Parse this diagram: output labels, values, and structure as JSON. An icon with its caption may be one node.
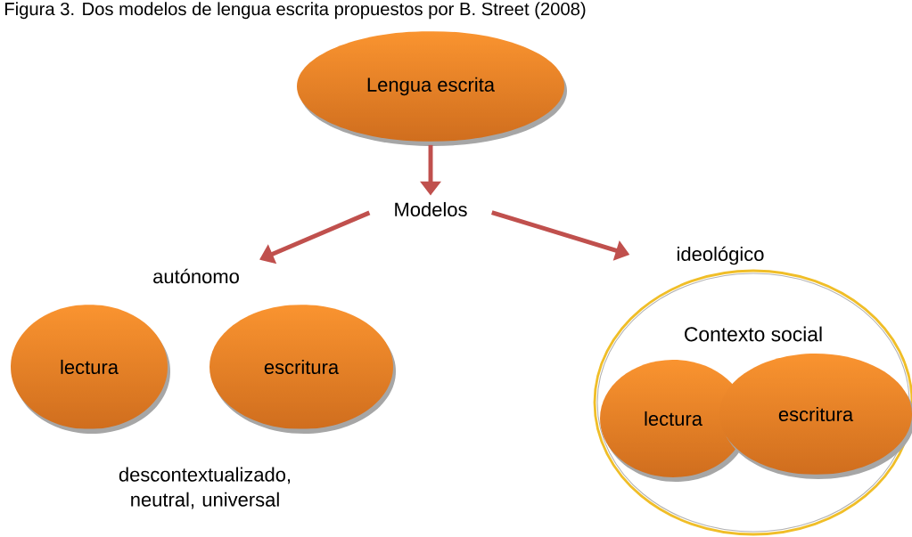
{
  "diagram": {
    "title": "Figura 3. Dos modelos de lengua escrita propuestos por B. Street (2008)",
    "nodes": [
      {
        "text": [
          "Lengua escrita"
        ]
      },
      {
        "text": [
          "Modelos"
        ]
      },
      {
        "text": [
          "autónomo"
        ]
      },
      {
        "text": [
          "ideológico",
          "Contexto social"
        ]
      },
      {
        "text": [
          "lectura"
        ]
      },
      {
        "text": [
          "escritura"
        ]
      },
      {
        "text": [
          "lectura"
        ],
        "in": 3
      },
      {
        "text": [
          "escritura"
        ],
        "in": 3
      }
    ],
    "edges": [
      {
        "from": 0,
        "to": 1,
        "arrow": "to"
      },
      {
        "from": 1,
        "to": 2,
        "arrow": "to"
      },
      {
        "from": 1,
        "to": 3,
        "arrow": "to"
      }
    ],
    "labels": [
      "descontextualizado, neutral, universal"
    ]
  }
}
